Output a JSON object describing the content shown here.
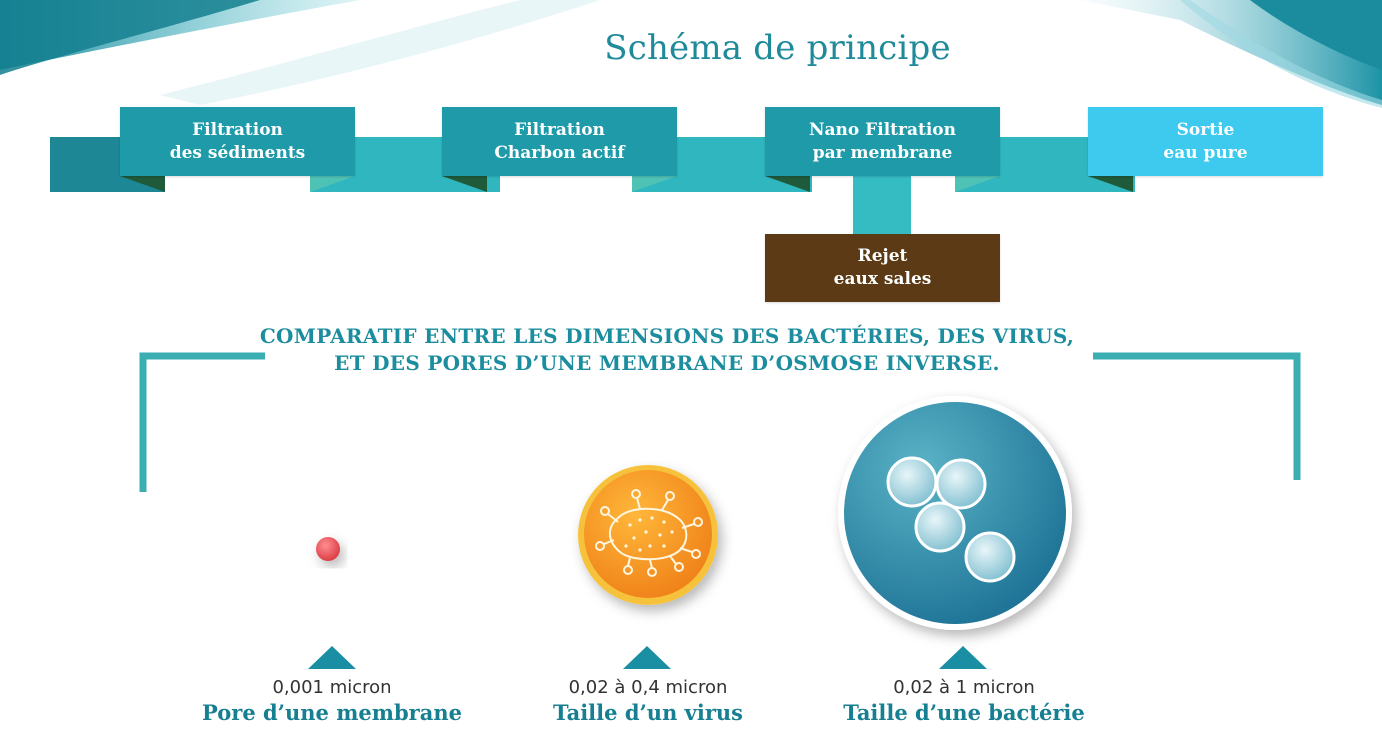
{
  "title": "Schéma de principe",
  "flow": {
    "steps": [
      {
        "line1": "Filtration",
        "line2": "des sédiments"
      },
      {
        "line1": "Filtration",
        "line2": "Charbon actif"
      },
      {
        "line1": "Nano Filtration",
        "line2": "par membrane"
      },
      {
        "line1": "Sortie",
        "line2": "eau pure"
      }
    ],
    "reject": {
      "line1": "Rejet",
      "line2": "eaux sales"
    }
  },
  "comparison": {
    "heading_line1": "COMPARATIF ENTRE LES DIMENSIONS DES BACTÉRIES, DES VIRUS,",
    "heading_line2": "ET DES PORES D’UNE MEMBRANE D’OSMOSE INVERSE.",
    "items": [
      {
        "size": "0,001 micron",
        "name": "Pore d’une membrane"
      },
      {
        "size": "0,02 à 0,4 micron",
        "name": "Taille d’un virus"
      },
      {
        "size": "0,02 à 1 micron",
        "name": "Taille d’une bactérie"
      }
    ]
  },
  "colors": {
    "teal": "#1e9aa9",
    "light_blue": "#3ec9ef",
    "brown": "#5b3a15",
    "text_teal": "#1c8d9e",
    "orange": "#f39a1c",
    "pore_red": "#e8565b"
  }
}
